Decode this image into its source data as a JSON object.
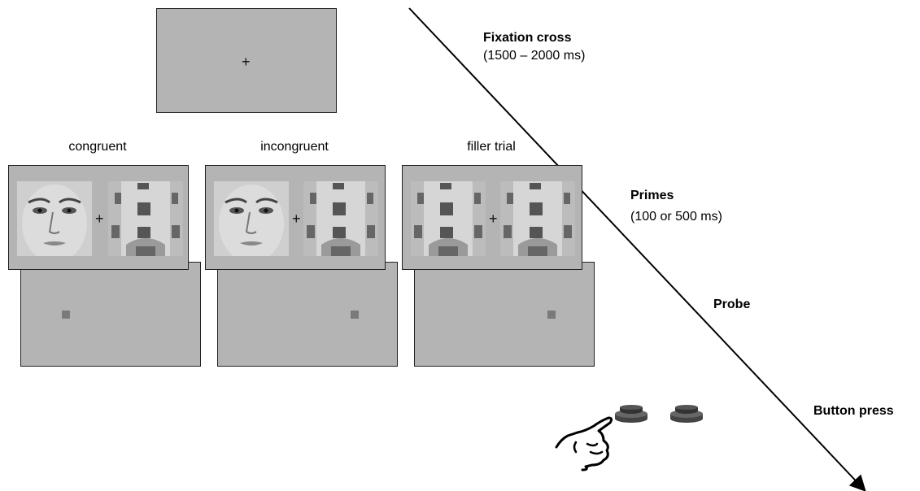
{
  "fixation": {
    "symbol": "+",
    "title": "Fixation cross",
    "duration": "(1500 – 2000 ms)"
  },
  "primes": {
    "title": "Primes",
    "duration": "(100 or 500 ms)",
    "cross": "+"
  },
  "probe": {
    "title": "Probe"
  },
  "response": {
    "title": "Button press"
  },
  "conditions": [
    {
      "label": "congruent",
      "left_image": "face",
      "right_image": "house",
      "probe_side": "left"
    },
    {
      "label": "incongruent",
      "left_image": "face",
      "right_image": "house",
      "probe_side": "right"
    },
    {
      "label": "filler trial",
      "left_image": "house",
      "right_image": "house",
      "probe_side": "right"
    }
  ],
  "colors": {
    "screen": "#b4b4b4",
    "probe": "#7a7a7a"
  },
  "icons": [
    "hand-pointing-icon",
    "button-icon"
  ]
}
